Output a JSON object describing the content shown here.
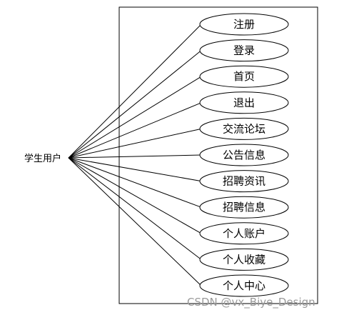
{
  "actor": {
    "label": "学生用户"
  },
  "use_cases": [
    {
      "label": "注册"
    },
    {
      "label": "登录"
    },
    {
      "label": "首页"
    },
    {
      "label": "退出"
    },
    {
      "label": "交流论坛"
    },
    {
      "label": "公告信息"
    },
    {
      "label": "招聘资讯"
    },
    {
      "label": "招聘信息"
    },
    {
      "label": "个人账户"
    },
    {
      "label": "个人收藏"
    },
    {
      "label": "个人中心"
    }
  ],
  "watermark": "CSDN @vx_Biye_Design",
  "colors": {
    "stroke": "#000000",
    "background": "#ffffff",
    "watermark": "#9a9a9a"
  }
}
